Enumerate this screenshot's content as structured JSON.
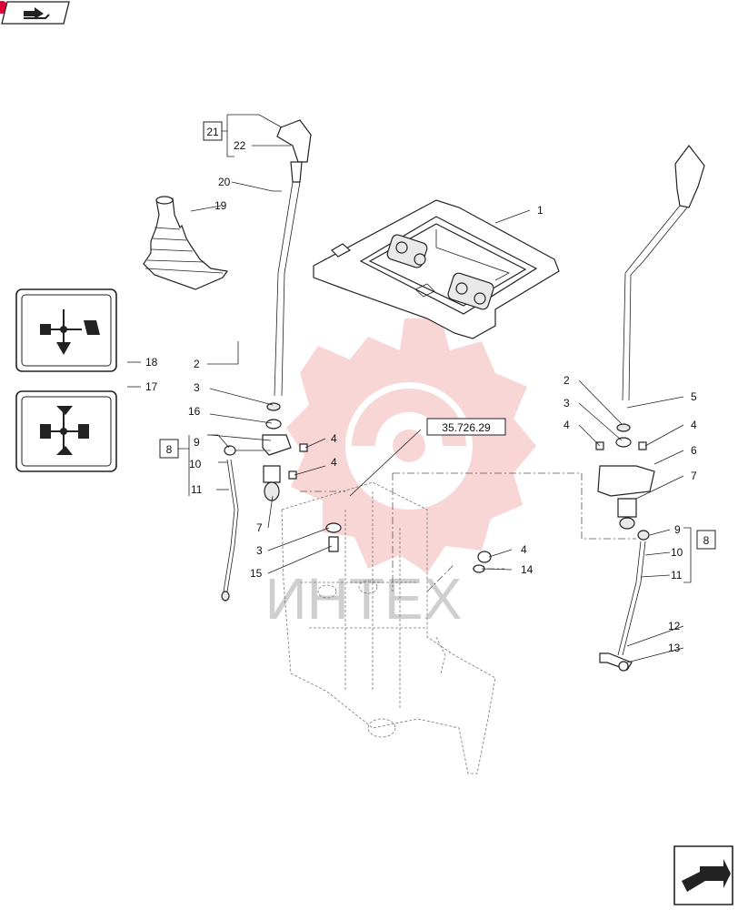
{
  "ref_box": "35.726.29",
  "watermark": "ИНТЕХ",
  "group_labels": {
    "g8a": "8",
    "g21": "21",
    "g8b": "8"
  },
  "callouts": {
    "c1": "1",
    "c2a": "2",
    "c3a": "3",
    "c16": "16",
    "c4a": "4",
    "c4b": "4",
    "c9a": "9",
    "c10a": "10",
    "c11a": "11",
    "c7a": "7",
    "c3b": "3",
    "c15": "15",
    "c20": "20",
    "c19": "19",
    "c22": "22",
    "c18": "18",
    "c17": "17",
    "c4c": "4",
    "c14": "14",
    "c5": "5",
    "c2b": "2",
    "c3c": "3",
    "c4d": "4",
    "c4e": "4",
    "c6": "6",
    "c7b": "7",
    "c9b": "9",
    "c10b": "10",
    "c11b": "11",
    "c12": "12",
    "c13": "13"
  },
  "icons": [
    "nav-top-left-icon",
    "nav-next-page-icon",
    "watermark-gear-icon"
  ],
  "colors": {
    "watermark": "#f0a0a0",
    "badge": "#e0003c",
    "ink": "#222222"
  }
}
